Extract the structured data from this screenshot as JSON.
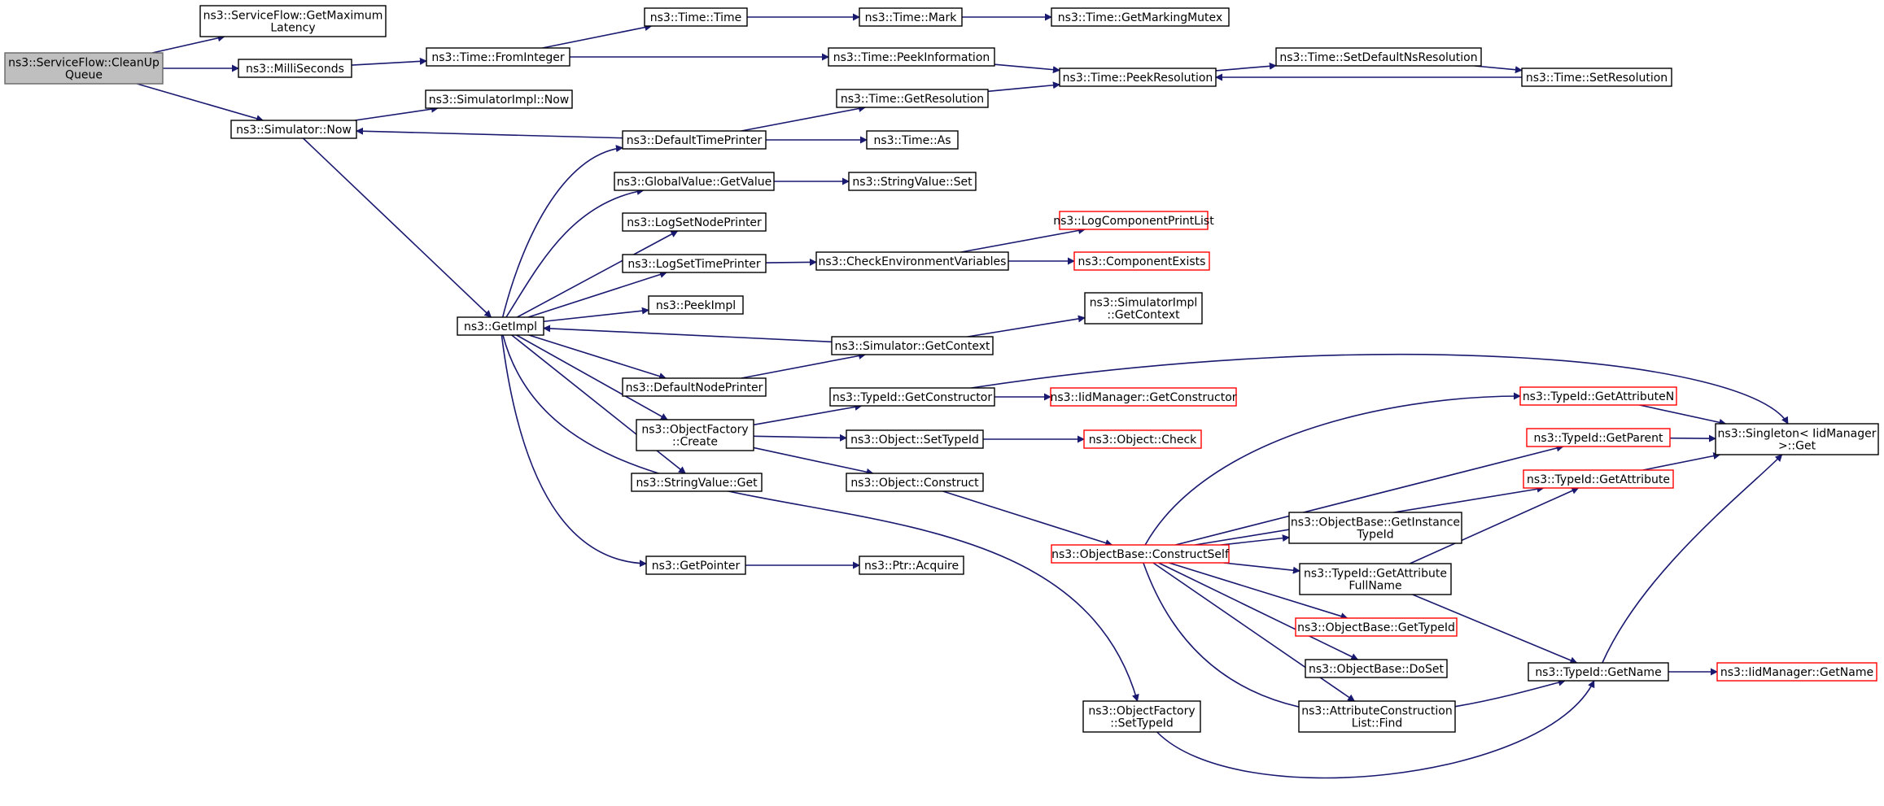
{
  "colors": {
    "edge": "#191970",
    "node_border": "#000000",
    "node_border_truncated": "#ff0000",
    "root_fill": "#bfbfbf"
  },
  "nodes": [
    {
      "id": "root",
      "label": "ns3::ServiceFlow::CleanUp\nQueue",
      "style": "root"
    },
    {
      "id": "getMaxLatency",
      "label": "ns3::ServiceFlow::GetMaximum\nLatency"
    },
    {
      "id": "milliSeconds",
      "label": "ns3::MilliSeconds"
    },
    {
      "id": "simNow",
      "label": "ns3::Simulator::Now"
    },
    {
      "id": "simImplNow",
      "label": "ns3::SimulatorImpl::Now"
    },
    {
      "id": "fromInteger",
      "label": "ns3::Time::FromInteger"
    },
    {
      "id": "timeTime",
      "label": "ns3::Time::Time"
    },
    {
      "id": "timeMark",
      "label": "ns3::Time::Mark"
    },
    {
      "id": "getMarkingMutex",
      "label": "ns3::Time::GetMarkingMutex"
    },
    {
      "id": "peekInformation",
      "label": "ns3::Time::PeekInformation"
    },
    {
      "id": "peekResolution",
      "label": "ns3::Time::PeekResolution"
    },
    {
      "id": "setDefaultNsRes",
      "label": "ns3::Time::SetDefaultNsResolution"
    },
    {
      "id": "setResolution",
      "label": "ns3::Time::SetResolution"
    },
    {
      "id": "getResolution",
      "label": "ns3::Time::GetResolution"
    },
    {
      "id": "defaultTimePrinter",
      "label": "ns3::DefaultTimePrinter"
    },
    {
      "id": "timeAs",
      "label": "ns3::Time::As"
    },
    {
      "id": "globalGetValue",
      "label": "ns3::GlobalValue::GetValue"
    },
    {
      "id": "stringValueSet",
      "label": "ns3::StringValue::Set"
    },
    {
      "id": "logSetNodePrinter",
      "label": "ns3::LogSetNodePrinter"
    },
    {
      "id": "logSetTimePrinter",
      "label": "ns3::LogSetTimePrinter"
    },
    {
      "id": "checkEnvVars",
      "label": "ns3::CheckEnvironmentVariables"
    },
    {
      "id": "logComponentPrintList",
      "label": "ns3::LogComponentPrintList",
      "style": "red"
    },
    {
      "id": "componentExists",
      "label": "ns3::ComponentExists",
      "style": "red"
    },
    {
      "id": "getImpl",
      "label": "ns3::GetImpl"
    },
    {
      "id": "peekImpl",
      "label": "ns3::PeekImpl"
    },
    {
      "id": "simImplGetContext",
      "label": "ns3::SimulatorImpl\n::GetContext"
    },
    {
      "id": "simGetContext",
      "label": "ns3::Simulator::GetContext"
    },
    {
      "id": "defaultNodePrinter",
      "label": "ns3::DefaultNodePrinter"
    },
    {
      "id": "typeIdGetConstructor",
      "label": "ns3::TypeId::GetConstructor"
    },
    {
      "id": "iidGetConstructor",
      "label": "ns3::IidManager::GetConstructor",
      "style": "red"
    },
    {
      "id": "objFactoryCreate",
      "label": "ns3::ObjectFactory\n::Create"
    },
    {
      "id": "objectSetTypeId",
      "label": "ns3::Object::SetTypeId"
    },
    {
      "id": "objectCheck",
      "label": "ns3::Object::Check",
      "style": "red"
    },
    {
      "id": "stringValueGet",
      "label": "ns3::StringValue::Get"
    },
    {
      "id": "objectConstruct",
      "label": "ns3::Object::Construct"
    },
    {
      "id": "constructSelf",
      "label": "ns3::ObjectBase::ConstructSelf",
      "style": "red"
    },
    {
      "id": "getInstanceTypeId",
      "label": "ns3::ObjectBase::GetInstance\nTypeId"
    },
    {
      "id": "getAttrFullName",
      "label": "ns3::TypeId::GetAttribute\nFullName"
    },
    {
      "id": "objBaseGetTypeId",
      "label": "ns3::ObjectBase::GetTypeId",
      "style": "red"
    },
    {
      "id": "objBaseDoSet",
      "label": "ns3::ObjectBase::DoSet"
    },
    {
      "id": "attrConstructFind",
      "label": "ns3::AttributeConstruction\nList::Find"
    },
    {
      "id": "getPointer",
      "label": "ns3::GetPointer"
    },
    {
      "id": "ptrAcquire",
      "label": "ns3::Ptr::Acquire"
    },
    {
      "id": "objFactorySetTypeId",
      "label": "ns3::ObjectFactory\n::SetTypeId"
    },
    {
      "id": "typeIdGetAttributeN",
      "label": "ns3::TypeId::GetAttributeN",
      "style": "red"
    },
    {
      "id": "typeIdGetParent",
      "label": "ns3::TypeId::GetParent",
      "style": "red"
    },
    {
      "id": "typeIdGetAttribute",
      "label": "ns3::TypeId::GetAttribute",
      "style": "red"
    },
    {
      "id": "singletonGet",
      "label": "ns3::Singleton< IidManager\n>::Get"
    },
    {
      "id": "typeIdGetName",
      "label": "ns3::TypeId::GetName"
    },
    {
      "id": "iidGetName",
      "label": "ns3::IidManager::GetName",
      "style": "red"
    }
  ],
  "edges": [
    [
      "root",
      "getMaxLatency"
    ],
    [
      "root",
      "milliSeconds"
    ],
    [
      "root",
      "simNow"
    ],
    [
      "milliSeconds",
      "fromInteger"
    ],
    [
      "fromInteger",
      "timeTime"
    ],
    [
      "fromInteger",
      "peekInformation"
    ],
    [
      "timeTime",
      "timeMark"
    ],
    [
      "timeMark",
      "getMarkingMutex"
    ],
    [
      "peekInformation",
      "peekResolution"
    ],
    [
      "peekResolution",
      "setDefaultNsRes"
    ],
    [
      "setDefaultNsRes",
      "setResolution"
    ],
    [
      "setResolution",
      "peekResolution"
    ],
    [
      "getResolution",
      "peekResolution"
    ],
    [
      "simNow",
      "simImplNow"
    ],
    [
      "simNow",
      "getImpl"
    ],
    [
      "defaultTimePrinter",
      "simNow"
    ],
    [
      "defaultTimePrinter",
      "getResolution"
    ],
    [
      "defaultTimePrinter",
      "timeAs"
    ],
    [
      "globalGetValue",
      "stringValueSet"
    ],
    [
      "logSetTimePrinter",
      "checkEnvVars"
    ],
    [
      "checkEnvVars",
      "logComponentPrintList"
    ],
    [
      "checkEnvVars",
      "componentExists"
    ],
    [
      "getImpl",
      "defaultTimePrinter"
    ],
    [
      "getImpl",
      "globalGetValue"
    ],
    [
      "getImpl",
      "logSetNodePrinter"
    ],
    [
      "getImpl",
      "logSetTimePrinter"
    ],
    [
      "getImpl",
      "peekImpl"
    ],
    [
      "getImpl",
      "defaultNodePrinter"
    ],
    [
      "getImpl",
      "objFactoryCreate"
    ],
    [
      "getImpl",
      "stringValueGet"
    ],
    [
      "getImpl",
      "getPointer"
    ],
    [
      "getImpl",
      "objFactorySetTypeId"
    ],
    [
      "simGetContext",
      "getImpl"
    ],
    [
      "simGetContext",
      "simImplGetContext"
    ],
    [
      "defaultNodePrinter",
      "simGetContext"
    ],
    [
      "typeIdGetConstructor",
      "iidGetConstructor"
    ],
    [
      "typeIdGetConstructor",
      "singletonGet"
    ],
    [
      "objFactoryCreate",
      "typeIdGetConstructor"
    ],
    [
      "objFactoryCreate",
      "objectSetTypeId"
    ],
    [
      "objFactoryCreate",
      "objectConstruct"
    ],
    [
      "objectSetTypeId",
      "objectCheck"
    ],
    [
      "objectConstruct",
      "constructSelf"
    ],
    [
      "constructSelf",
      "typeIdGetAttributeN"
    ],
    [
      "constructSelf",
      "typeIdGetParent"
    ],
    [
      "constructSelf",
      "typeIdGetAttribute"
    ],
    [
      "constructSelf",
      "getInstanceTypeId"
    ],
    [
      "constructSelf",
      "getAttrFullName"
    ],
    [
      "constructSelf",
      "objBaseGetTypeId"
    ],
    [
      "constructSelf",
      "objBaseDoSet"
    ],
    [
      "constructSelf",
      "attrConstructFind"
    ],
    [
      "constructSelf",
      "typeIdGetName"
    ],
    [
      "typeIdGetAttributeN",
      "singletonGet"
    ],
    [
      "typeIdGetParent",
      "singletonGet"
    ],
    [
      "typeIdGetAttribute",
      "singletonGet"
    ],
    [
      "getAttrFullName",
      "typeIdGetAttribute"
    ],
    [
      "getAttrFullName",
      "typeIdGetName"
    ],
    [
      "typeIdGetName",
      "singletonGet"
    ],
    [
      "typeIdGetName",
      "iidGetName"
    ],
    [
      "getPointer",
      "ptrAcquire"
    ],
    [
      "objFactorySetTypeId",
      "typeIdGetName"
    ]
  ]
}
